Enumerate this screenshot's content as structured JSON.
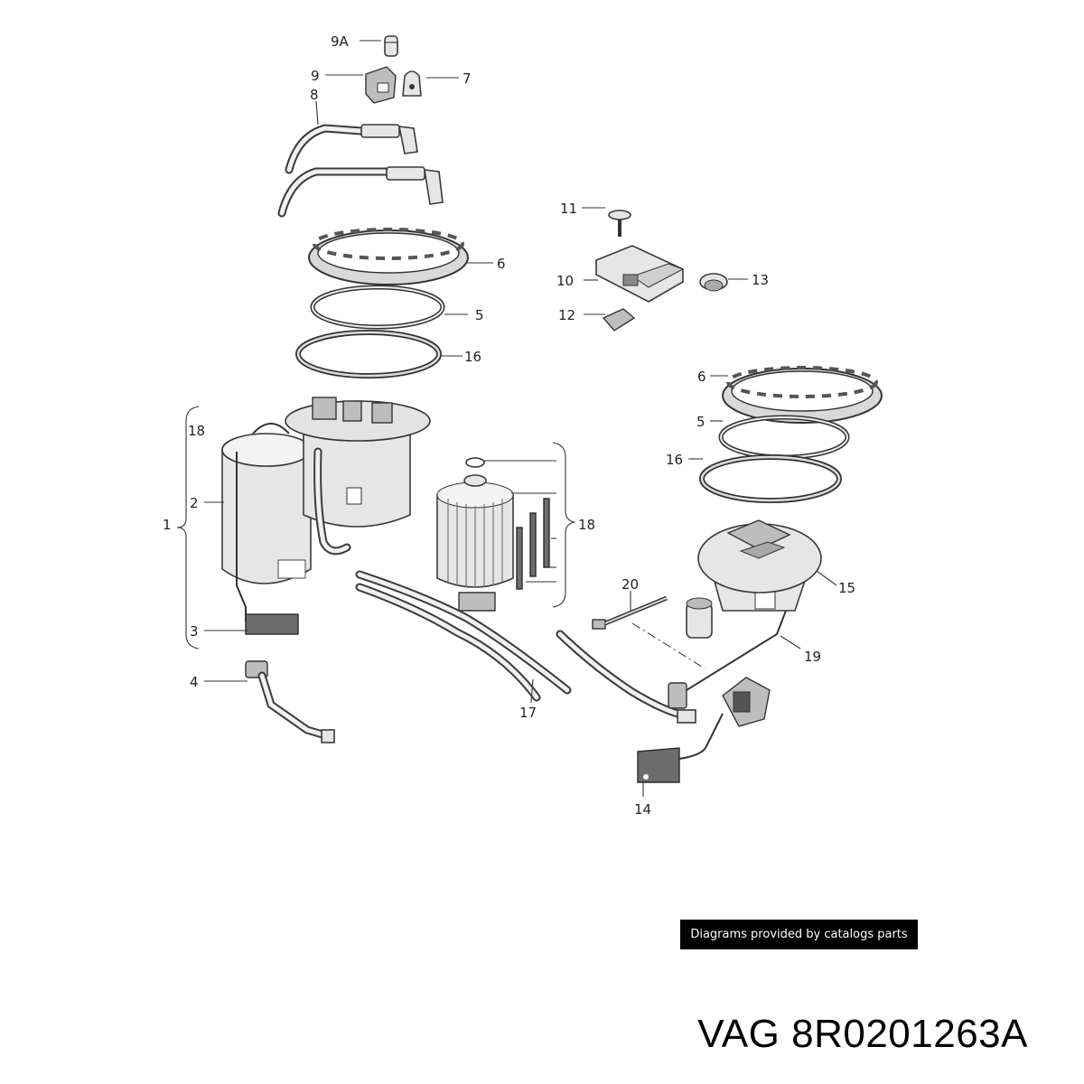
{
  "credit_text": "Diagrams provided by catalogs parts",
  "part_number": "VAG 8R0201263A",
  "callouts": {
    "c9a": "9A",
    "c9": "9",
    "c7": "7",
    "c8": "8",
    "c6a": "6",
    "c5a": "5",
    "c16a": "16",
    "c11": "11",
    "c10": "10",
    "c12": "12",
    "c13": "13",
    "c6b": "6",
    "c5b": "5",
    "c16b": "16",
    "c15": "15",
    "c18a": "18",
    "c2": "2",
    "c1": "1",
    "c3": "3",
    "c4": "4",
    "c18b": "18",
    "c17": "17",
    "c20": "20",
    "c19": "19",
    "c14": "14"
  }
}
